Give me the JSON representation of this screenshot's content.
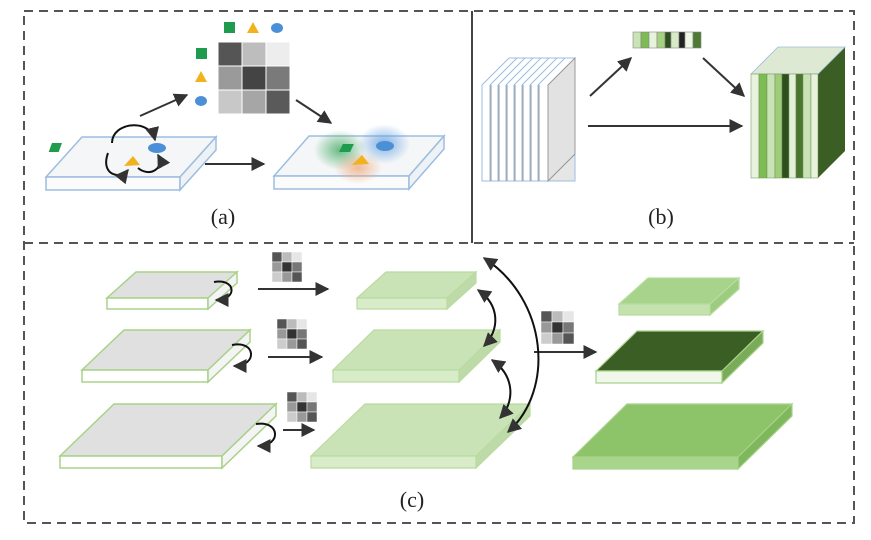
{
  "labels": {
    "a": "(a)",
    "b": "(b)",
    "c": "(c)"
  },
  "colors": {
    "border": "#555555",
    "arrow": "#333333",
    "plate_gray": "#dcdcdc",
    "plate_light_green": "#c9e3b7",
    "plate_mid_green": "#8dc46a",
    "plate_dark_green": "#3b5e25",
    "plate_white": "#ffffff",
    "marker_green": "#1f9b4d",
    "marker_yellow": "#f0b21d",
    "marker_blue": "#4b8fd6"
  },
  "icons": [
    "square-marker",
    "triangle-marker",
    "circle-marker",
    "attention-matrix-icon",
    "feature-cube",
    "channel-vector"
  ]
}
